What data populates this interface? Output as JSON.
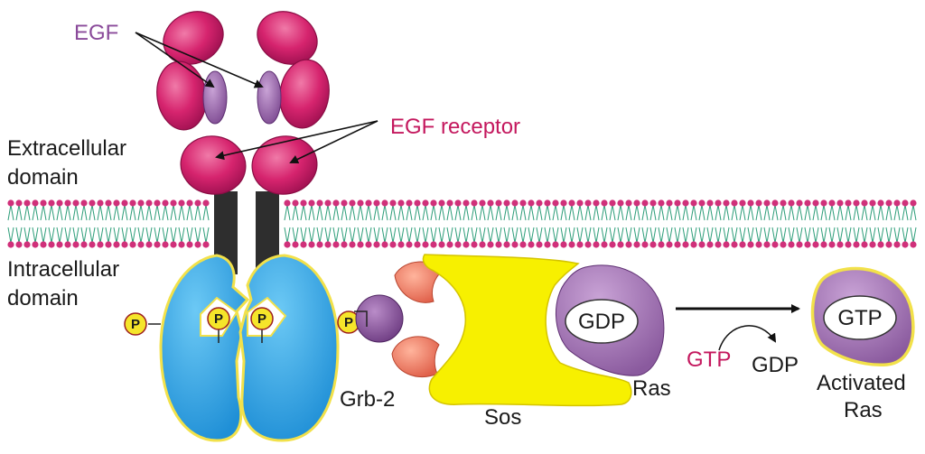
{
  "labels": {
    "egf": "EGF",
    "egf_receptor": "EGF receptor",
    "extracellular_line1": "Extracellular",
    "extracellular_line2": "domain",
    "intracellular_line1": "Intracellular",
    "intracellular_line2": "domain",
    "grb2": "Grb-2",
    "sos": "Sos",
    "ras": "Ras",
    "gdp_bound": "GDP",
    "gtp_in": "GTP",
    "gdp_out": "GDP",
    "gtp_bound": "GTP",
    "activated_line1": "Activated",
    "activated_line2": "Ras",
    "phospho": "P"
  },
  "colors": {
    "receptor_pink": "#d6246e",
    "egf_purple": "#9b6aaa",
    "intracellular_blue": "#2aa5e8",
    "membrane_green": "#2f9e7a",
    "membrane_head": "#d0307a",
    "sos_yellow": "#f7f000",
    "grb2_purple": "#8a4a9a",
    "grb2_salmon": "#f0806a",
    "ras_purple": "#a070b0",
    "outline_yellow": "#f2e14a",
    "label_magenta": "#c4185e",
    "label_purple": "#8a4a9a"
  }
}
